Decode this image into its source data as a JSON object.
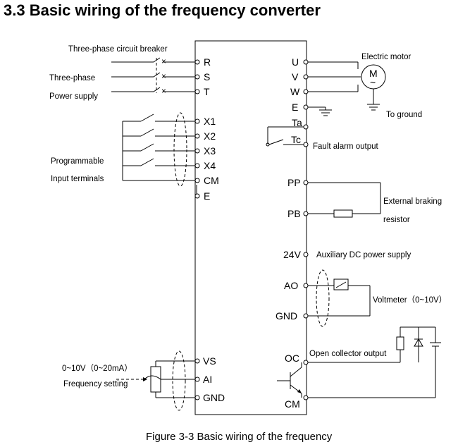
{
  "title": "3.3 Basic wiring of the frequency converter",
  "caption": "Figure 3-3 Basic wiring of the frequency",
  "labels": {
    "breaker": "Three-phase circuit breaker",
    "three_phase": "Three-phase",
    "power_supply": "Power supply",
    "programmable": "Programmable",
    "input_terminals": "Input terminals",
    "analog_range": "0~10V（0~20mA）",
    "frequency_setting": "Frequency setting",
    "motor": "Electric motor",
    "to_ground": "To ground",
    "fault_alarm": "Fault alarm output",
    "ext_braking": "External braking",
    "resistor": "resistor",
    "aux_dc": "Auxiliary DC power supply",
    "voltmeter": "Voltmeter（0~10V）",
    "open_collector": "Open collector output",
    "motor_symbol": "M",
    "motor_tilde": "~"
  },
  "terminals_left": {
    "R": "R",
    "S": "S",
    "T": "T",
    "X1": "X1",
    "X2": "X2",
    "X3": "X3",
    "X4": "X4",
    "CM": "CM",
    "E": "E",
    "VS": "VS",
    "AI": "AI",
    "GND": "GND"
  },
  "terminals_right": {
    "U": "U",
    "V": "V",
    "W": "W",
    "E": "E",
    "Ta": "Ta",
    "Tc": "Tc",
    "PP": "PP",
    "PB": "PB",
    "24V": "24V",
    "AO": "AO",
    "GND": "GND",
    "OC": "OC",
    "CM": "CM"
  }
}
